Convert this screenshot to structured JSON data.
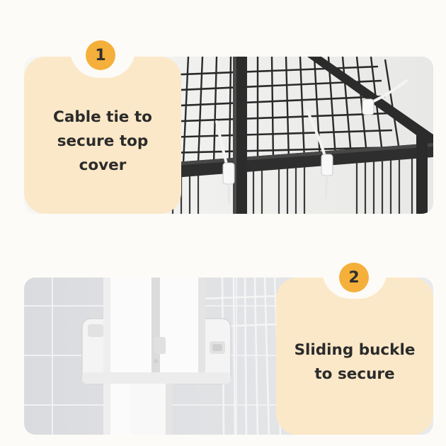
{
  "steps": [
    {
      "number": "1",
      "caption_line1": "Cable tie to",
      "caption_line2": "secure top cover"
    },
    {
      "number": "2",
      "caption_line1": "Sliding buckle",
      "caption_line2": "to secure"
    }
  ],
  "colors": {
    "badge": "#f4b03a",
    "card": "#fbe8c8",
    "cage_dark": "#2a2a2a",
    "cage_white": "#f7f7f7"
  }
}
